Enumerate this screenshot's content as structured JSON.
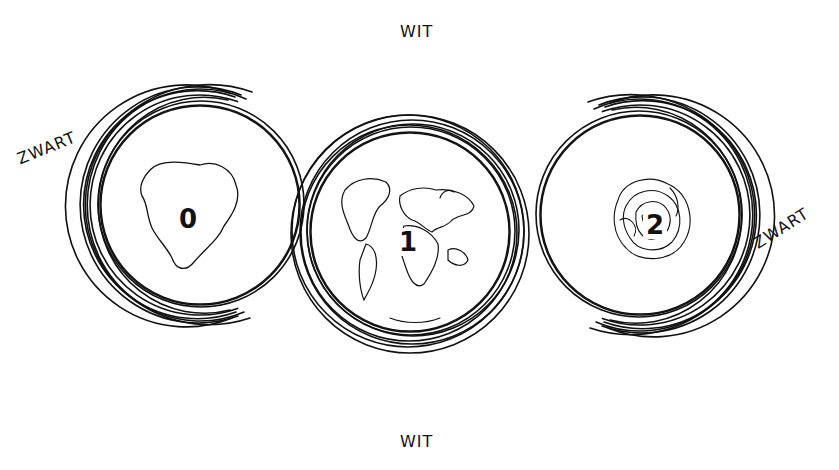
{
  "diagram": {
    "nodes": [
      {
        "text": [
          "0"
        ]
      },
      {
        "text": [
          "1"
        ]
      },
      {
        "text": [
          "2"
        ]
      }
    ],
    "labels": [
      "WIT",
      "ZWART",
      "ZWART",
      "WIT"
    ]
  }
}
